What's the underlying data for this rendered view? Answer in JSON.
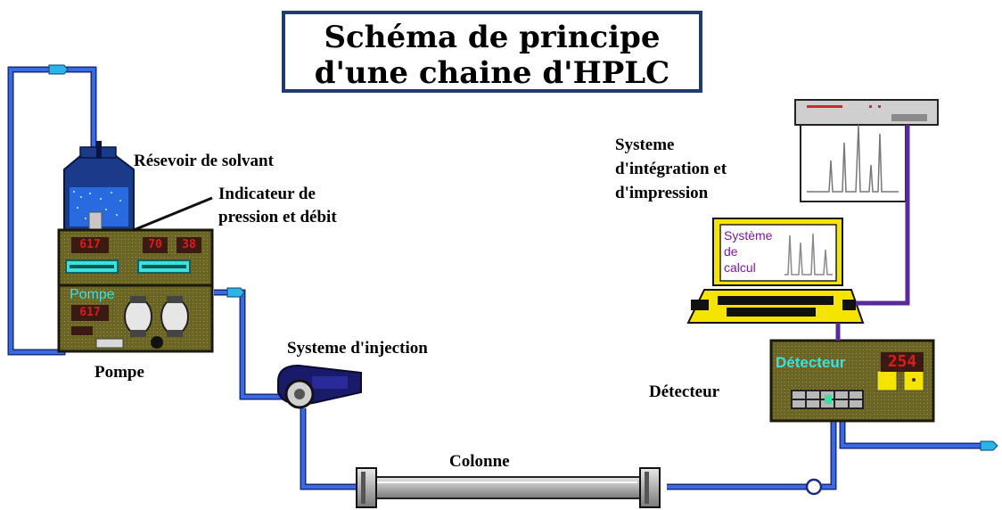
{
  "title": {
    "line1": "Schéma de principe",
    "line2": "d'une chaine d'HPLC"
  },
  "labels": {
    "reservoir": "Résevoir de solvant",
    "indicator_line1": "Indicateur de",
    "indicator_line2": "pression et débit",
    "pump": "Pompe",
    "injection": "Systeme d'injection",
    "column": "Colonne",
    "detector": "Détecteur",
    "integration_line1": "Systeme",
    "integration_line2": "d'intégration et",
    "integration_line3": "d'impression"
  },
  "pump_panel": {
    "display_main": "617",
    "display_pressure": "70",
    "display_flow": "38",
    "pump_word": "Pompe",
    "display_lower": "617"
  },
  "computer": {
    "screen_line1": "Système",
    "screen_line2": "de",
    "screen_line3": "calcul"
  },
  "detector_panel": {
    "name": "Détecteur",
    "wavelength": "254"
  },
  "colors": {
    "tubing": "#3050d0",
    "tubing_outline": "#1a2a80",
    "connector": "#2ab4e8",
    "panel_olive": "#5e5a22",
    "title_border": "#1e3a6e",
    "computer_yellow": "#f4e400",
    "screen_text": "#7a1a9a",
    "cable_purple": "#5a2a9a",
    "column_gray": "#c8c8c8"
  }
}
